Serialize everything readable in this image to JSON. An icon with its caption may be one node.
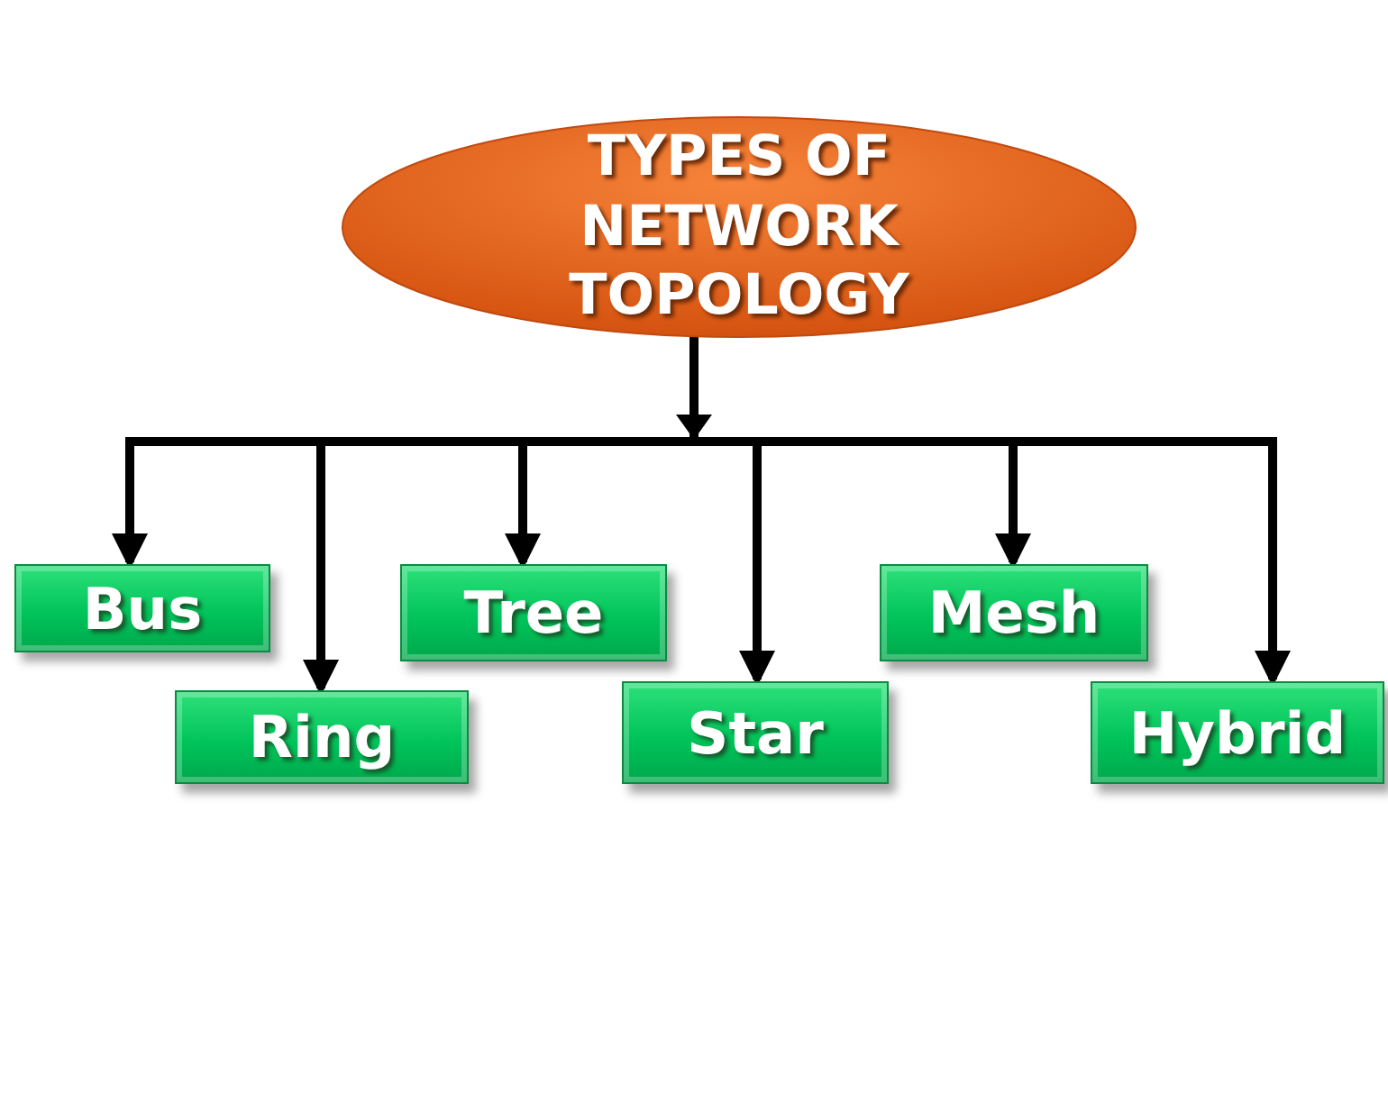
{
  "diagram": {
    "nodes": [
      {
        "text": [
          "TYPES OF NETWORK TOPOLOGY"
        ]
      },
      {
        "text": [
          "Bus"
        ]
      },
      {
        "text": [
          "Ring"
        ]
      },
      {
        "text": [
          "Tree"
        ]
      },
      {
        "text": [
          "Star"
        ]
      },
      {
        "text": [
          "Mesh"
        ]
      },
      {
        "text": [
          "Hybrid"
        ]
      }
    ],
    "edges": [
      {
        "from": 0,
        "to": 1,
        "arrow": "to"
      },
      {
        "from": 0,
        "to": 2,
        "arrow": "to"
      },
      {
        "from": 0,
        "to": 3,
        "arrow": "to"
      },
      {
        "from": 0,
        "to": 4,
        "arrow": "to"
      },
      {
        "from": 0,
        "to": 5,
        "arrow": "to"
      },
      {
        "from": 0,
        "to": 6,
        "arrow": "to"
      }
    ]
  }
}
